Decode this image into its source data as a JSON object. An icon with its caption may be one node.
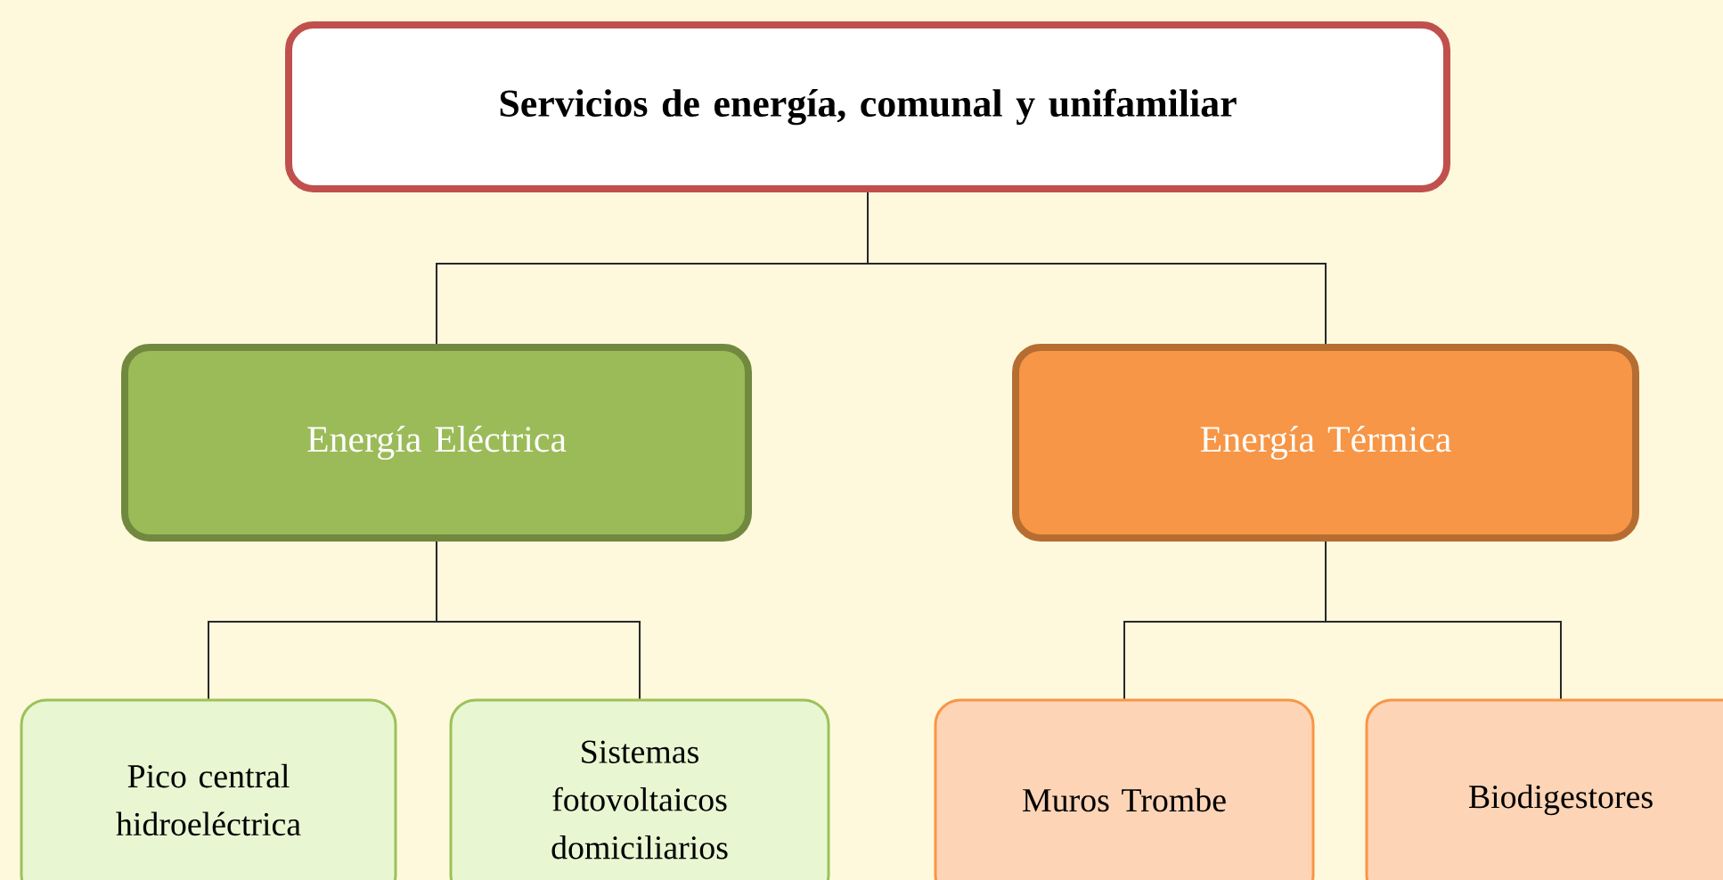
{
  "diagram": {
    "nodes": [
      {
        "text": [
          "Servicios de energía, comunal y unifamiliar"
        ]
      },
      {
        "text": [
          "Energía Eléctrica"
        ]
      },
      {
        "text": [
          "Energía Térmica"
        ]
      },
      {
        "text": [
          "Pico central hidroeléctrica"
        ]
      },
      {
        "text": [
          "Sistemas fotovoltaicos domiciliarios"
        ]
      },
      {
        "text": [
          "Muros Trombe"
        ]
      },
      {
        "text": [
          "Biodigestores"
        ]
      }
    ],
    "edges": [
      {
        "from": 0,
        "to": 1,
        "arrow": "none"
      },
      {
        "from": 0,
        "to": 2,
        "arrow": "none"
      },
      {
        "from": 1,
        "to": 3,
        "arrow": "none"
      },
      {
        "from": 1,
        "to": 4,
        "arrow": "none"
      },
      {
        "from": 2,
        "to": 5,
        "arrow": "none"
      },
      {
        "from": 2,
        "to": 6,
        "arrow": "none"
      }
    ]
  }
}
